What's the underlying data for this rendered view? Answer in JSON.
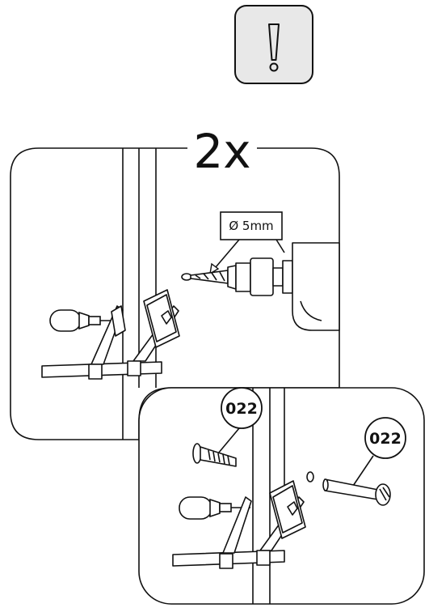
{
  "warning": {
    "icon": "exclamation-warning-icon"
  },
  "multiplier": "2x",
  "step1": {
    "drill_bit_label": "Ø 5mm",
    "icons": [
      "screwdriver-icon",
      "clamp-icon",
      "drill-icon"
    ]
  },
  "step2": {
    "part_label_left": "022",
    "part_label_right": "022",
    "icons": [
      "bolt-icon",
      "barrel-nut-icon",
      "screwdriver-icon",
      "clamp-icon"
    ]
  },
  "colors": {
    "stroke": "#111111",
    "warning_fill": "#e8e8e8",
    "panel_fill": "#ffffff"
  }
}
